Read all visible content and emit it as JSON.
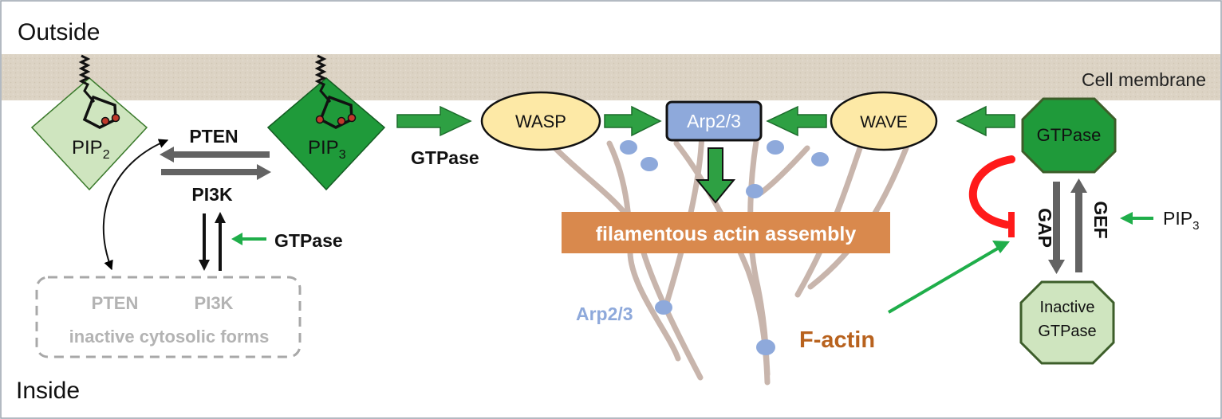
{
  "regions": {
    "outside": "Outside",
    "inside": "Inside",
    "membrane": "Cell membrane"
  },
  "lipids": {
    "pip2": {
      "base": "PIP",
      "sub": "2"
    },
    "pip3": {
      "base": "PIP",
      "sub": "3"
    }
  },
  "enzymes": {
    "pten": "PTEN",
    "pi3k": "PI3K",
    "gtpase_pi3k": "GTPase",
    "gtpase_wasp": "GTPase"
  },
  "inactive_box": {
    "pten": "PTEN",
    "pi3k": "PI3K",
    "caption": "inactive cytosolic forms"
  },
  "actin": {
    "wasp": "WASP",
    "arp23": "Arp2/3",
    "wave": "WAVE",
    "assembly": "filamentous actin assembly",
    "arp23_label": "Arp2/3",
    "factin_label": "F-actin"
  },
  "gtpase_cycle": {
    "active": "GTPase",
    "inactive_line1": "Inactive",
    "inactive_line2": "GTPase",
    "gap": "GAP",
    "gef": "GEF",
    "pip3": {
      "base": "PIP",
      "sub": "3"
    }
  },
  "colors": {
    "membrane": "#dcd3c4",
    "arrow_green": "#2ea043",
    "pip3_fill": "#1f9a3a",
    "pip2_fill": "#cfe5bf",
    "wasp_fill": "#fde9a6",
    "arp_fill": "#8ea9db",
    "assembly_fill": "#d9894d",
    "factin_text": "#b8621e",
    "filament": "#c8b5ac",
    "arp_dot": "#8ea9db",
    "inhibit_red": "#ff1a1a",
    "gray_arrow": "#636363"
  }
}
